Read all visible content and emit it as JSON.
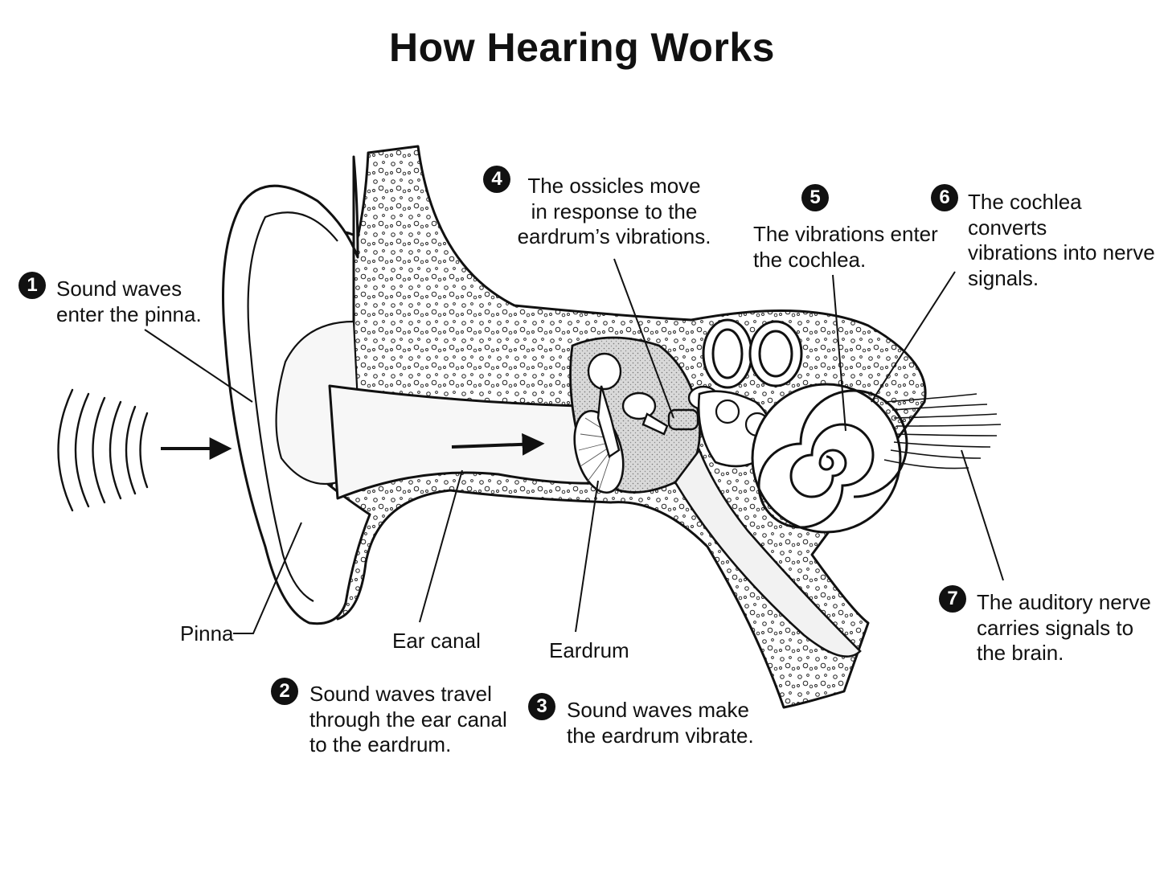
{
  "title": "How Hearing Works",
  "steps": [
    {
      "number": "1",
      "lines": [
        "Sound waves",
        "enter the pinna."
      ]
    },
    {
      "number": "2",
      "lines": [
        "Sound waves travel",
        "through the ear canal",
        "to the eardrum."
      ]
    },
    {
      "number": "3",
      "lines": [
        "Sound waves make",
        "the eardrum vibrate."
      ]
    },
    {
      "number": "4",
      "lines": [
        "The ossicles move",
        "in response to the",
        "eardrum’s vibrations."
      ]
    },
    {
      "number": "5",
      "lines": [
        "The vibrations enter",
        "the cochlea."
      ]
    },
    {
      "number": "6",
      "lines": [
        "The cochlea converts",
        "vibrations into nerve",
        "signals."
      ]
    },
    {
      "number": "7",
      "lines": [
        "The auditory nerve",
        "carries signals to",
        "the brain."
      ]
    }
  ],
  "parts": {
    "pinna": "Pinna",
    "ear_canal": "Ear canal",
    "eardrum": "Eardrum"
  },
  "colors": {
    "ink": "#111111",
    "bone": "#ffffff",
    "tissue": "#f7f7f7",
    "fluid": "#d9d9d9"
  }
}
